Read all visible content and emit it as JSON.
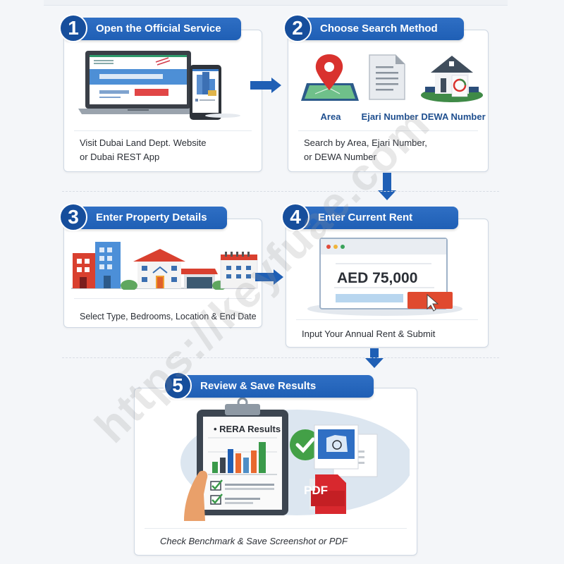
{
  "steps": [
    {
      "number": "1",
      "title": "Open the Official Service",
      "description_line1": "Visit Dubai Land Dept. Website",
      "description_line2": "or Dubai REST App"
    },
    {
      "number": "2",
      "title": "Choose Search Method",
      "description_line1": "Search by Area, Ejari Number,",
      "description_line2": "or DEWA Number",
      "options": [
        {
          "label": "Area",
          "icon": "map-pin-icon"
        },
        {
          "label": "Ejari Number",
          "icon": "document-icon"
        },
        {
          "label": "DEWA Number",
          "icon": "house-meter-icon"
        }
      ]
    },
    {
      "number": "3",
      "title": "Enter Property Details",
      "description_line1": "Select Type, Bedrooms, Location & End Date"
    },
    {
      "number": "4",
      "title": "Enter Current Rent",
      "description_line1": "Input Your Annual Rent & Submit",
      "rent_value": "AED 75,000"
    },
    {
      "number": "5",
      "title": "Review & Save Results",
      "description_line1": "Check Benchmark & Save Screenshot or PDF",
      "results_title": "• RERA Results",
      "pdf_label": "PDF"
    }
  ],
  "watermark": "https://keyfuae.com",
  "colors": {
    "primary": "#1f5fb5",
    "badge": "#164e9c",
    "accent_red": "#e04a2f",
    "check_green": "#43a047"
  }
}
